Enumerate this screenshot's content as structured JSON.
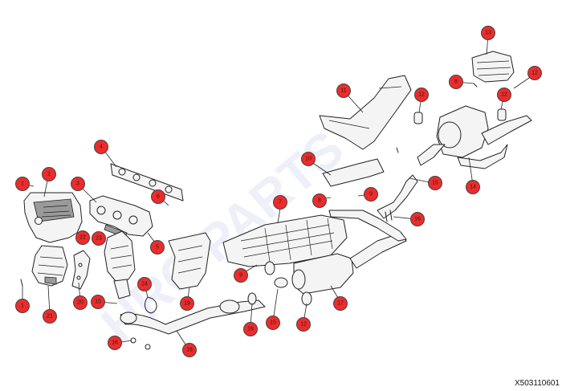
{
  "watermark": "HRC PARTS",
  "document_code": "X503110601",
  "callouts": [
    {
      "id": "c01",
      "label": "1"
    },
    {
      "id": "c02",
      "label": "2"
    },
    {
      "id": "c03",
      "label": "3"
    },
    {
      "id": "c04",
      "label": "4"
    },
    {
      "id": "c05",
      "label": "5"
    },
    {
      "id": "c06",
      "label": "6"
    },
    {
      "id": "c07",
      "label": "7"
    },
    {
      "id": "c08",
      "label": "8"
    },
    {
      "id": "c09",
      "label": "9"
    },
    {
      "id": "c10",
      "label": "10"
    },
    {
      "id": "c11",
      "label": "11"
    },
    {
      "id": "c12",
      "label": "12"
    },
    {
      "id": "c13",
      "label": "12"
    },
    {
      "id": "c14",
      "label": "13"
    },
    {
      "id": "c15",
      "label": "12"
    },
    {
      "id": "c16",
      "label": "8"
    },
    {
      "id": "c17",
      "label": "14"
    },
    {
      "id": "c18",
      "label": "15"
    },
    {
      "id": "c19",
      "label": "16"
    },
    {
      "id": "c20",
      "label": "9"
    },
    {
      "id": "c21",
      "label": "6"
    },
    {
      "id": "c22",
      "label": "8"
    },
    {
      "id": "c23",
      "label": "5"
    },
    {
      "id": "c24",
      "label": "22"
    },
    {
      "id": "c25",
      "label": "23"
    },
    {
      "id": "c26",
      "label": "24"
    },
    {
      "id": "c27",
      "label": "19"
    },
    {
      "id": "c28",
      "label": "20"
    },
    {
      "id": "c29",
      "label": "21"
    },
    {
      "id": "c30",
      "label": "1"
    },
    {
      "id": "c31",
      "label": "15"
    },
    {
      "id": "c32",
      "label": "16"
    },
    {
      "id": "c33",
      "label": "18"
    },
    {
      "id": "c34",
      "label": "16"
    },
    {
      "id": "c35",
      "label": "15"
    },
    {
      "id": "c36",
      "label": "12"
    },
    {
      "id": "c37",
      "label": "17"
    },
    {
      "id": "c38",
      "label": "9"
    }
  ]
}
